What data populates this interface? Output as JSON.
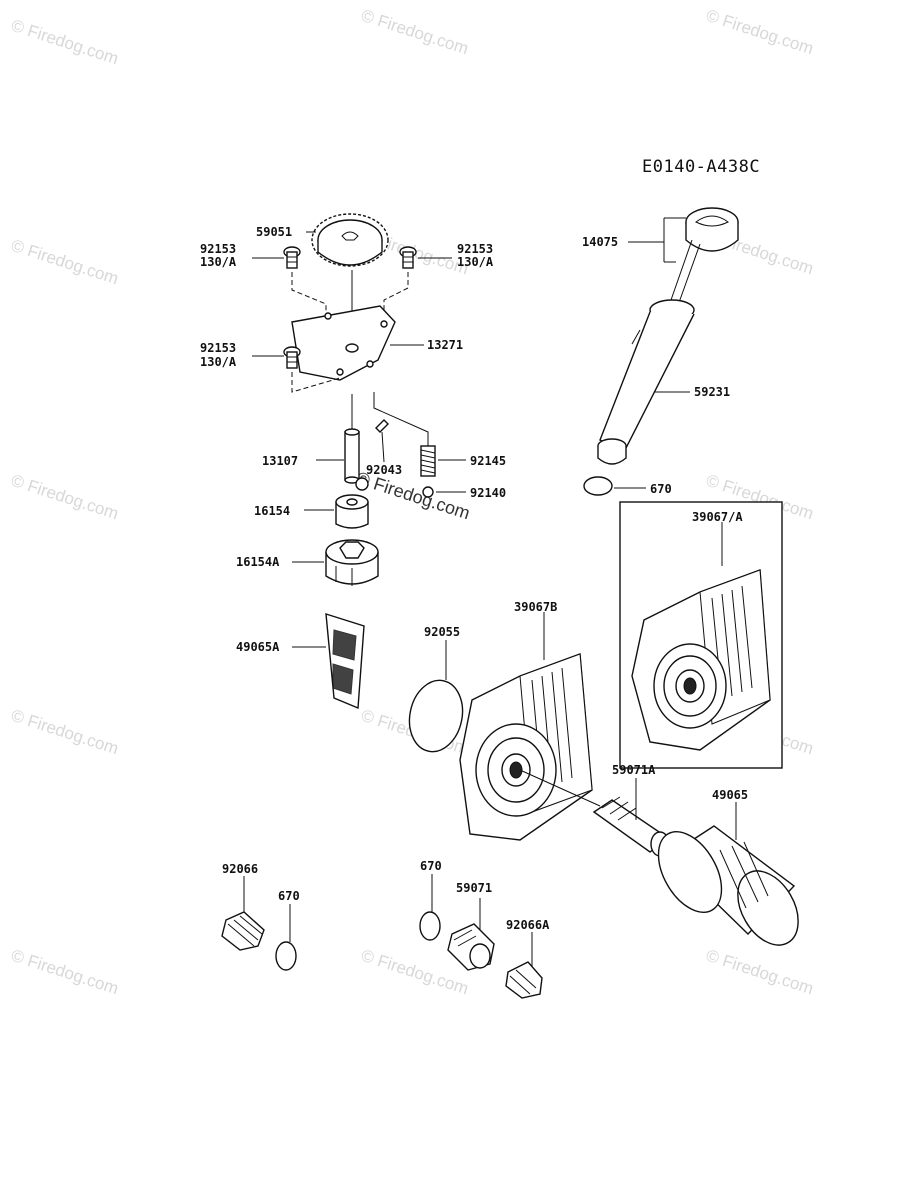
{
  "diagram_code": "E0140-A438C",
  "watermark": "© Firedog.com",
  "watermark_center": "© Firedog.com",
  "labels": {
    "p59051": "59051",
    "p92153_tl_1": "92153",
    "p92153_tl_2": "130/A",
    "p92153_tr_1": "92153",
    "p92153_tr_2": "130/A",
    "p92153_ml_1": "92153",
    "p92153_ml_2": "130/A",
    "p13271": "13271",
    "p13107": "13107",
    "p92043": "92043",
    "p92145": "92145",
    "p92140": "92140",
    "p16154": "16154",
    "p16154A": "16154A",
    "p49065A": "49065A",
    "p92055": "92055",
    "p39067B": "39067B",
    "p39067A": "39067/A",
    "p14075": "14075",
    "p59231": "59231",
    "p670_top": "670",
    "p59071A": "59071A",
    "p49065": "49065",
    "p92066": "92066",
    "p670_left": "670",
    "p670_mid": "670",
    "p59071": "59071",
    "p92066A": "92066A"
  }
}
